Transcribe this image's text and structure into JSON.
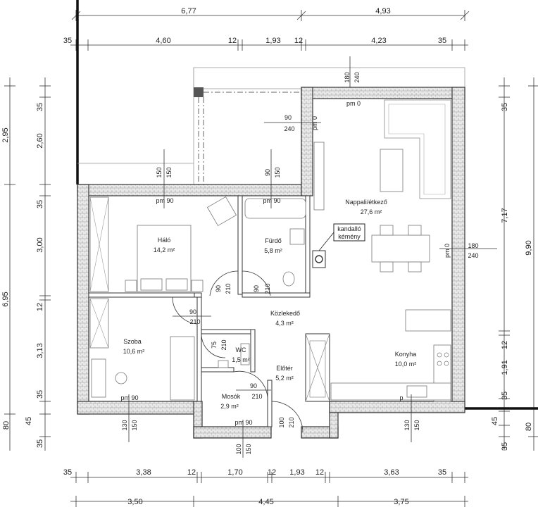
{
  "dimensions": {
    "top_outer": [
      "6,77",
      "4,93"
    ],
    "top_inner": [
      "35",
      "4,60",
      "12",
      "1,93",
      "12",
      "4,23",
      "35"
    ],
    "bottom_inner": [
      "35",
      "3,38",
      "12",
      "1,70",
      "12",
      "1,93",
      "12",
      "3,63",
      "35"
    ],
    "bottom_outer": [
      "3,50",
      "4,45",
      "3,75"
    ],
    "left_outer": [
      "2,95",
      "6,95"
    ],
    "left_inner": [
      "35",
      "2,60",
      "35",
      "3,00",
      "12",
      "3,13",
      "35",
      "80",
      "45",
      "35"
    ],
    "right_inner": [
      "35",
      "7,17",
      "12",
      "1,91",
      "35",
      "45",
      "35",
      "80"
    ],
    "right_outer": [
      "9,90"
    ]
  },
  "rooms": {
    "halo": {
      "name": "Háló",
      "area": "14,2 m²"
    },
    "furdo": {
      "name": "Fürdő",
      "area": "5,8 m²"
    },
    "nappali": {
      "name": "Nappali/étkező",
      "area": "27,6 m²"
    },
    "kozlekedo": {
      "name": "Közlekedő",
      "area": "4,3 m²"
    },
    "szoba": {
      "name": "Szoba",
      "area": "10,6 m²"
    },
    "wc": {
      "name": "WC",
      "area": "1,5 m²"
    },
    "eloter": {
      "name": "Előtér",
      "area": "5,2 m²"
    },
    "mosok": {
      "name": "Mosók",
      "area": "2,9 m²"
    },
    "konyha": {
      "name": "Konyha",
      "area": "10,0 m²"
    }
  },
  "chimney_label": [
    "kandalló",
    "kémény"
  ],
  "openings": {
    "w_top_terrace": {
      "w": "180",
      "h": "240",
      "pm": "pm 0"
    },
    "w_terrace_door": {
      "w": "90",
      "h": "240",
      "pm": "pm 0"
    },
    "w_halo": {
      "w": "150",
      "h": "150",
      "pm": "pm 90"
    },
    "w_furdo": {
      "w": "90",
      "h": "150",
      "pm": "pm 90"
    },
    "w_right": {
      "w": "180",
      "h": "240",
      "pm": "pm 0"
    },
    "w_szoba": {
      "w": "130",
      "h": "150",
      "pm": "pm 90"
    },
    "w_mosok": {
      "w": "100",
      "h": "150",
      "pm": "pm 90"
    },
    "w_konyha": {
      "w": "130",
      "h": "150",
      "pm": "p"
    },
    "d_halo": {
      "w": "90",
      "h": "210"
    },
    "d_furdo": {
      "w": "90",
      "h": "210"
    },
    "d_szoba": {
      "w": "90",
      "h": "210"
    },
    "d_wc": {
      "w": "75",
      "h": "210"
    },
    "d_mosok": {
      "w": "90",
      "h": "210"
    },
    "d_entry": {
      "w": "100",
      "h": "210"
    }
  }
}
